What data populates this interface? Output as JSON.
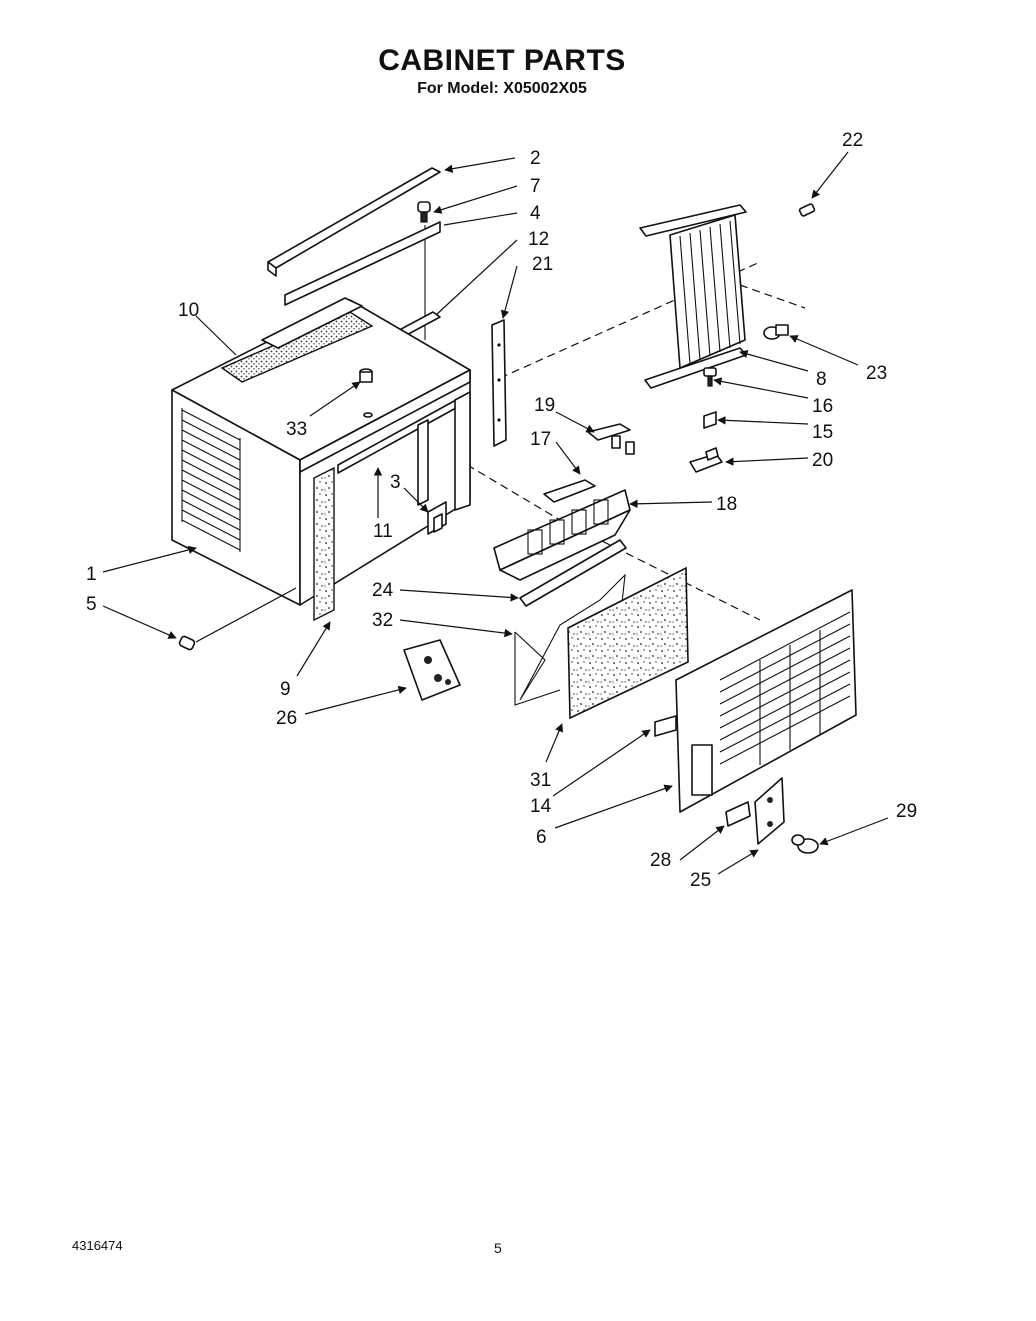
{
  "header": {
    "title": "CABINET PARTS",
    "subtitle": "For Model: X05002X05"
  },
  "callouts": {
    "c1": "1",
    "c2": "2",
    "c3": "3",
    "c4": "4",
    "c5": "5",
    "c6": "6",
    "c7": "7",
    "c8": "8",
    "c9": "9",
    "c10": "10",
    "c11": "11",
    "c12": "12",
    "c14": "14",
    "c15": "15",
    "c16": "16",
    "c17": "17",
    "c18": "18",
    "c19": "19",
    "c20": "20",
    "c21": "21",
    "c22": "22",
    "c23": "23",
    "c24": "24",
    "c25": "25",
    "c26": "26",
    "c28": "28",
    "c29": "29",
    "c31": "31",
    "c32": "32",
    "c33": "33"
  },
  "footer": {
    "doc_number": "4316474",
    "page_number": "5"
  }
}
